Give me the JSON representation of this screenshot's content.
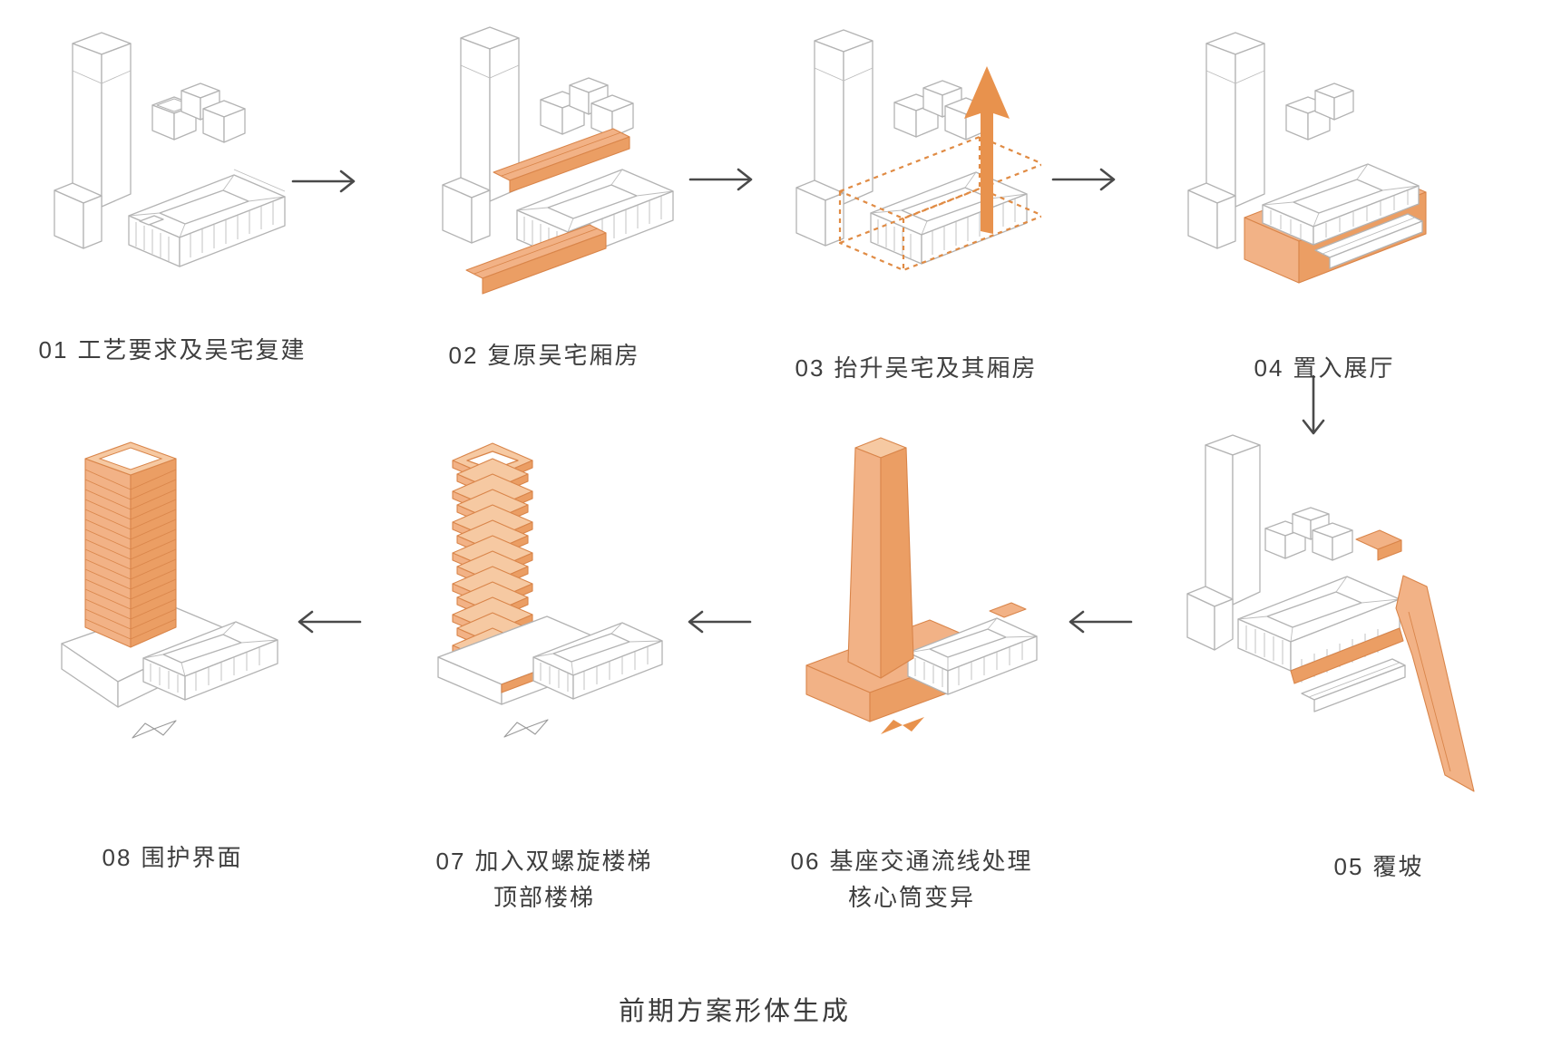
{
  "diagram_title": "前期方案形体生成",
  "colors": {
    "background": "#ffffff",
    "line_art_grey": "#b3b3b3",
    "flow_arrow_grey": "#4a4a4a",
    "label_text": "#3e3e3e",
    "accent_orange": "#e8924d",
    "accent_orange_light": "#f2b286",
    "accent_orange_dark": "#d9854a",
    "dashed_outline_orange": "#e08b44"
  },
  "steps": [
    {
      "number": "01",
      "title": "工艺要求及吴宅复建"
    },
    {
      "number": "02",
      "title": "复原吴宅厢房"
    },
    {
      "number": "03",
      "title": "抬升吴宅及其厢房"
    },
    {
      "number": "04",
      "title": "置入展厅"
    },
    {
      "number": "05",
      "title": "覆坡"
    },
    {
      "number": "06",
      "title": "基座交通流线处理",
      "subtitle": "核心筒变异"
    },
    {
      "number": "07",
      "title": "加入双螺旋楼梯",
      "subtitle": "顶部楼梯"
    },
    {
      "number": "08",
      "title": "围护界面"
    }
  ],
  "flow": {
    "top_row": "01 → 02 → 03 → 04",
    "connector": "04 ↓ 05",
    "bottom_row": "05 → 06 → 07 → 08"
  },
  "icons": {
    "arrow_right": "arrow-right-icon",
    "arrow_left": "arrow-left-icon",
    "arrow_down": "arrow-down-icon",
    "lift_arrow": "arrow-up-icon",
    "stair_marker": "stair-x-icon"
  }
}
